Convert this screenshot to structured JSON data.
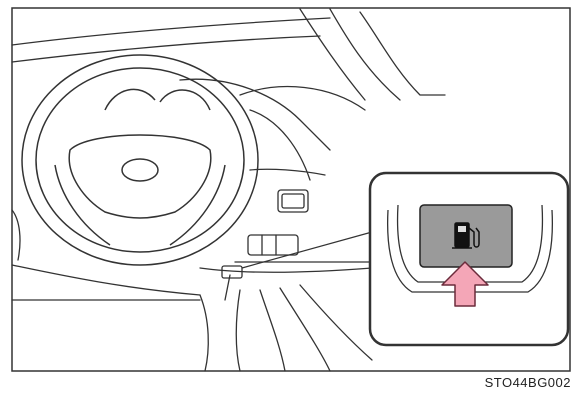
{
  "figure": {
    "code": "STO44BG002",
    "colors": {
      "line": "#333333",
      "button_face": "#9a9a9a",
      "arrow": "#f4a6b7",
      "arrow_stroke": "#6b2b3b",
      "background": "#ffffff"
    },
    "icons": [
      "steering-wheel",
      "fuel-pump-icon",
      "arrow-up"
    ]
  }
}
